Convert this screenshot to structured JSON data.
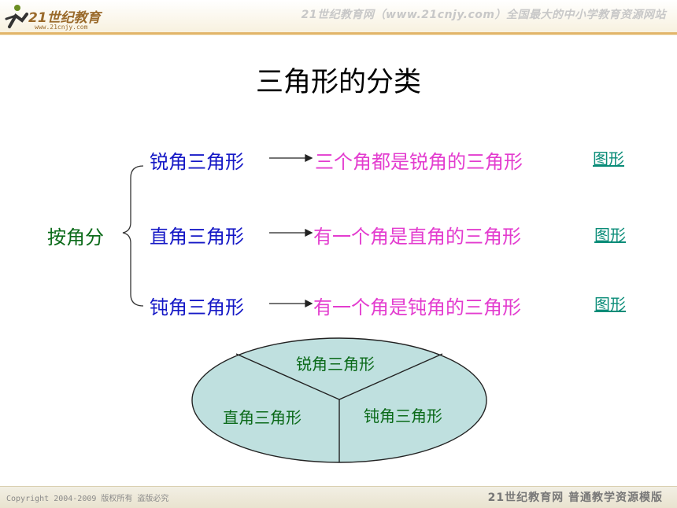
{
  "header": {
    "logo_text": "21世纪教育",
    "logo_url": "www.21cnjy.com",
    "slogan": "21世纪教育网（www.21cnjy.com）全国最大的中小学教育资源网站"
  },
  "title": "三角形的分类",
  "group_label": "按角分",
  "rows": [
    {
      "type": "锐角三角形",
      "definition": "三个角都是锐角的三角形",
      "link": "图形"
    },
    {
      "type": "直角三角形",
      "definition": "有一个角是直角的三角形",
      "link": "图形"
    },
    {
      "type": "钝角三角形",
      "definition": "有一个角是钝角的三角形",
      "link": "图形"
    }
  ],
  "ellipse": {
    "top": "锐角三角形",
    "left": "直角三角形",
    "right": "钝角三角形"
  },
  "footer": {
    "copyright": "Copyright 2004-2009 版权所有 盗版必究",
    "brand": "21世纪教育网    普通教学资源模版"
  },
  "colors": {
    "type_text": "#1518c6",
    "definition_text": "#e33ccf",
    "group_text": "#0b6a19",
    "link_text": "#0a8c78",
    "ellipse_fill": "#bfe0df"
  }
}
